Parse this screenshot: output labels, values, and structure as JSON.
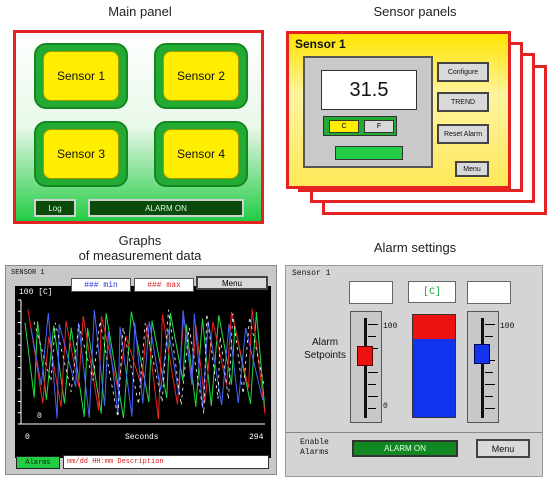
{
  "captions": {
    "main_panel": "Main panel",
    "sensor_panels": "Sensor panels",
    "graphs_line1": "Graphs",
    "graphs_line2": "of measurement data",
    "alarm_settings": "Alarm settings"
  },
  "main_panel": {
    "sensors": [
      "Sensor 1",
      "Sensor 2",
      "Sensor 3",
      "Sensor 4"
    ],
    "log_label": "Log",
    "alarm_label": "ALARM ON"
  },
  "sensor_panel": {
    "title": "Sensor 1",
    "value": "31.5",
    "unit_c": "C",
    "unit_f": "F",
    "configure_label": "Configure",
    "trend_label": "TREND",
    "reset_alarm_label": "Reset Alarm",
    "menu_label": "Menu"
  },
  "graph": {
    "title": "SENSOR 1",
    "min_label": "### min",
    "max_label": "### max",
    "menu_label": "Menu",
    "y_top_label": "100 [C]",
    "y_bottom_label": "0",
    "x_left_label": "0",
    "x_axis_label": "Seconds",
    "x_right_label": "294",
    "alarms_label": "Alarms",
    "description_placeholder": "mm/dd HH:mm Description"
  },
  "alarm_settings": {
    "title": "Sensor 1",
    "unit_label": "[C]",
    "setpoints_label_line1": "Alarm",
    "setpoints_label_line2": "Setpoints",
    "scale_top": "100",
    "scale_bottom": "0",
    "enable_line1": "Enable",
    "enable_line2": "Alarms",
    "alarm_on_label": "ALARM ON",
    "menu_label": "Menu",
    "low_setpoint": 0.62,
    "high_setpoint": 0.64,
    "bar_level": 0.76
  },
  "colors": {
    "frame_red": "#e52222",
    "sensor_yellow": "#ffee00",
    "dark_green": "#0a4a0a",
    "min_blue": "#2233dd",
    "max_red": "#dd2222"
  }
}
